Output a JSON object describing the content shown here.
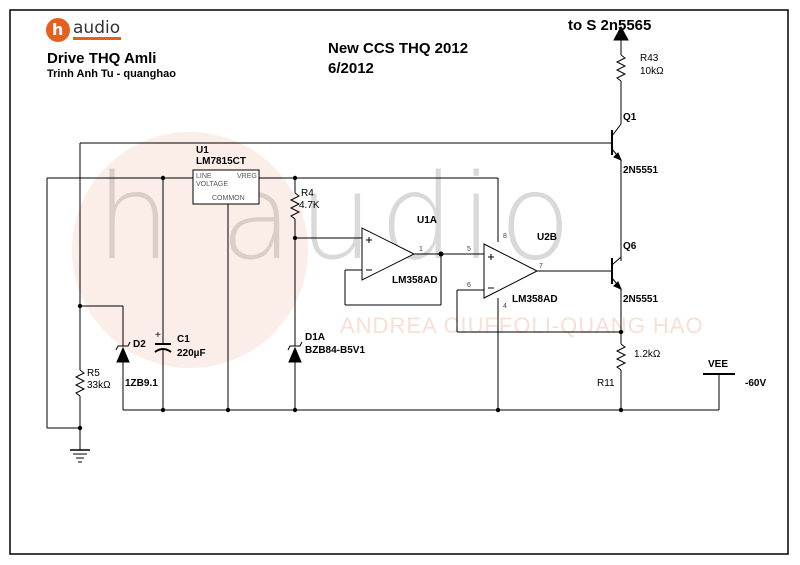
{
  "header": {
    "logo_text": "audio",
    "title": "Drive THQ Amli",
    "author": "Trinh Anh Tu - quanghao",
    "project": "New CCS THQ 2012",
    "date": "6/2012"
  },
  "watermark": {
    "big": "h audio",
    "line": "ANDREA CIUFFOLI-QUANG HAO"
  },
  "output": {
    "label": "to S 2n5565"
  },
  "components": {
    "r43": {
      "ref": "R43",
      "value": "10kΩ"
    },
    "q1": {
      "ref": "Q1",
      "part": "2N5551"
    },
    "q6": {
      "ref": "Q6",
      "part": "2N5551"
    },
    "r11": {
      "ref": "R11",
      "value": "1.2kΩ"
    },
    "u1": {
      "ref": "U1",
      "part": "LM7815CT",
      "pin_line": "LINE",
      "pin_voltage": "VOLTAGE",
      "pin_vreg": "VREG",
      "pin_common": "COMMON"
    },
    "r4": {
      "ref": "R4",
      "value": "4.7K"
    },
    "u1a": {
      "ref": "U1A",
      "part": "LM358AD",
      "pin_out": "1"
    },
    "u2b": {
      "ref": "U2B",
      "part": "LM358AD",
      "pin5": "5",
      "pin6": "6",
      "pin7": "7",
      "pin8": "8",
      "pin4": "4"
    },
    "d1a": {
      "ref": "D1A",
      "part": "BZB84-B5V1"
    },
    "d2": {
      "ref": "D2",
      "part": "1ZB9.1"
    },
    "c1": {
      "ref": "C1",
      "value": "220µF",
      "polarity": "+"
    },
    "r5": {
      "ref": "R5",
      "value": "33kΩ"
    },
    "vee": {
      "ref": "VEE",
      "value": "-60V"
    }
  }
}
